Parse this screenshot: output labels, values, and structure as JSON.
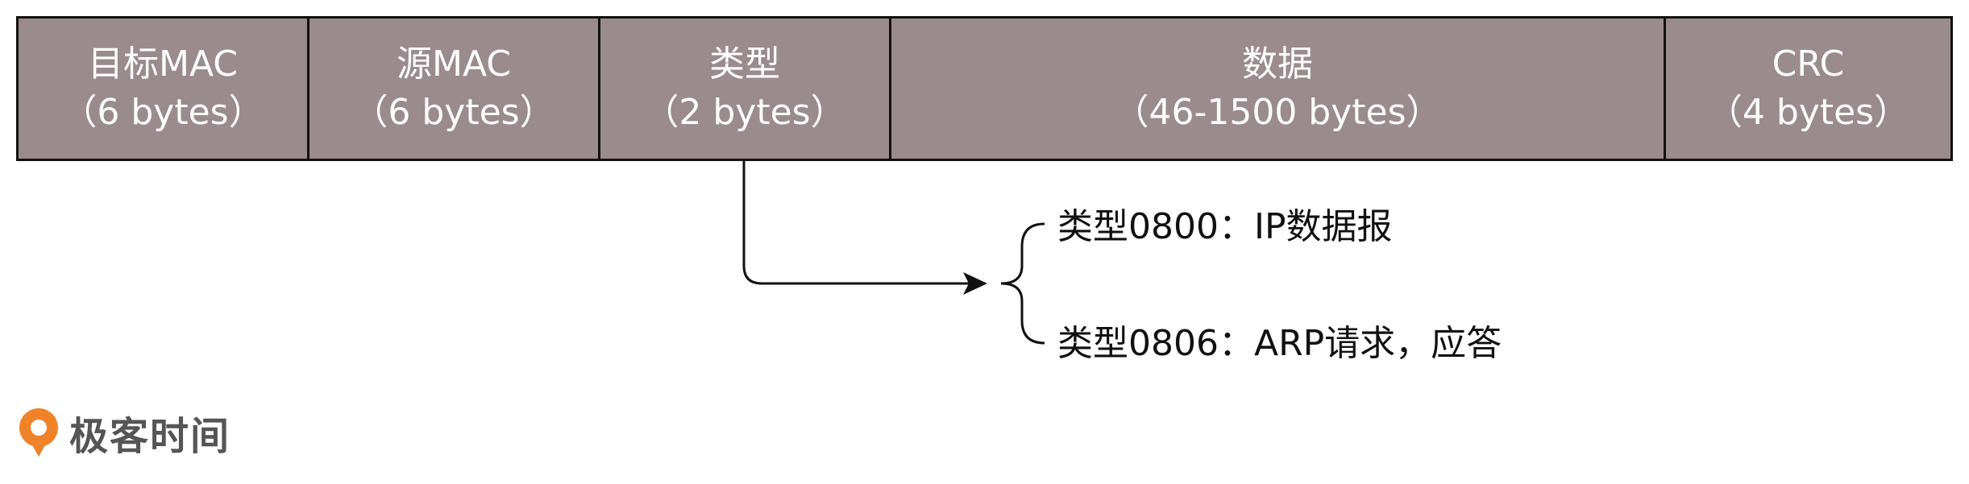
{
  "frame": {
    "fields": [
      {
        "name": "目标MAC",
        "size": "（6 bytes）"
      },
      {
        "name": "源MAC",
        "size": "（6 bytes）"
      },
      {
        "name": "类型",
        "size": "（2 bytes）"
      },
      {
        "name": "数据",
        "size": "（46-1500 bytes）"
      },
      {
        "name": "CRC",
        "size": "（4 bytes）"
      }
    ],
    "field_color": "#9a8b8f",
    "border_color": "#111111"
  },
  "type_values": [
    "类型0800：IP数据报",
    "类型0806：ARP请求，应答"
  ],
  "brand": {
    "name": "极客时间",
    "accent": "#f0822a"
  }
}
